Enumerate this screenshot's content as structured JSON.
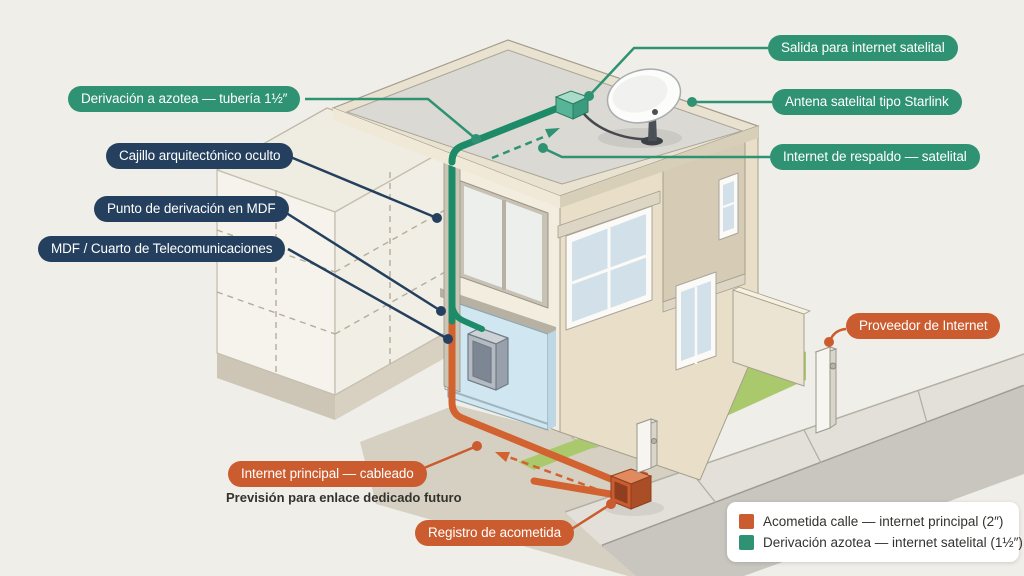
{
  "labels": {
    "derivacion_azotea": "Derivación a azotea — tubería 1½″",
    "cajillo": "Cajillo arquitectónico oculto",
    "punto_mdf": "Punto de derivación en MDF",
    "mdf_cuarto": "MDF / Cuarto de Telecomunicaciones",
    "salida_satelital": "Salida para internet satelital",
    "antena_starlink": "Antena satelital tipo Starlink",
    "respaldo_satelital": "Internet de respaldo — satelital",
    "proveedor": "Proveedor de Internet",
    "internet_principal": "Internet principal — cableado",
    "prevision_nota": "Previsión para enlace dedicado futuro",
    "registro": "Registro de acometida"
  },
  "legend": {
    "items": [
      {
        "color": "#cb5c2f",
        "label": "Acometida calle — internet principal (2″)"
      },
      {
        "color": "#2e9273",
        "label": "Derivación azotea — internet satelital (1½″)"
      }
    ]
  },
  "colors": {
    "background": "#f0eee9",
    "accent_green": "#2e9273",
    "accent_navy": "#24405e",
    "accent_orange": "#cb5c2f",
    "pipe_green": "#1d8a68",
    "pipe_orange": "#d2622f"
  }
}
